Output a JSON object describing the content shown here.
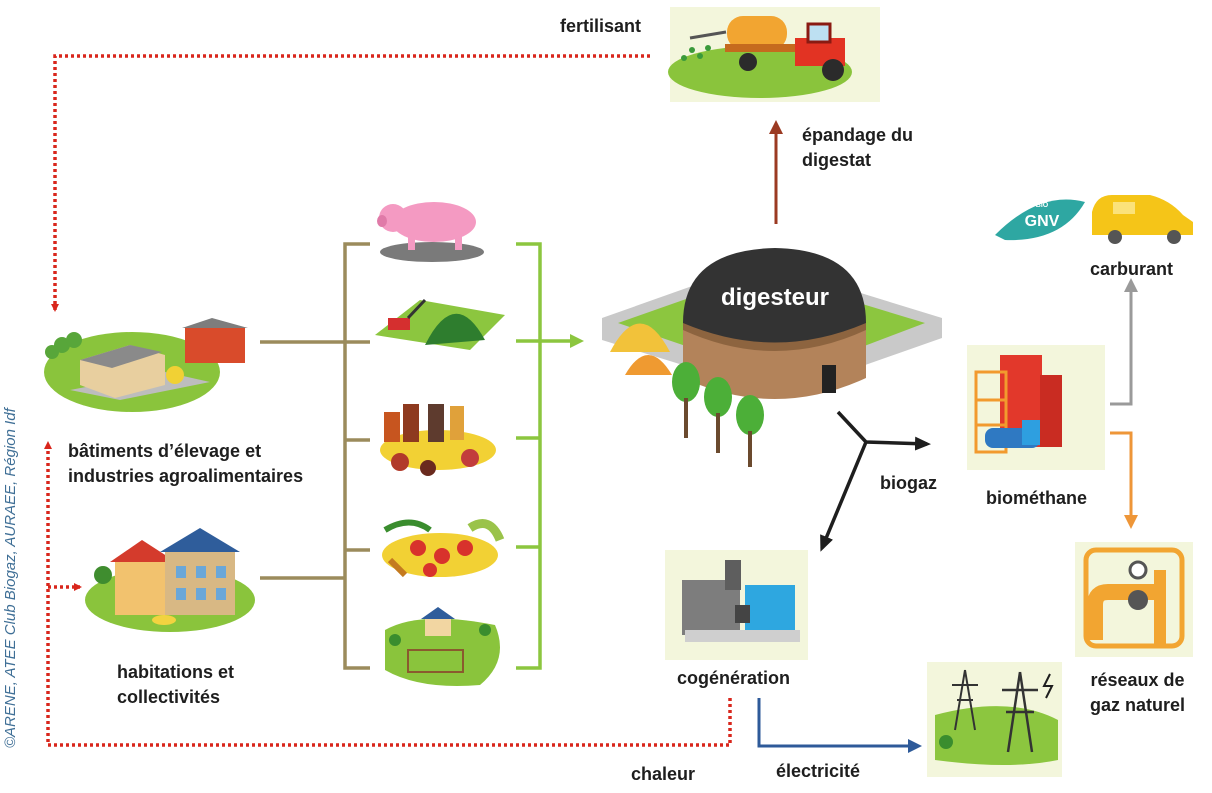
{
  "credit": "©ARENE, ATEE Club Biogaz, AURAEE, Région Idf",
  "center": {
    "label": "digesteur"
  },
  "sources": {
    "farms": {
      "line1": "bâtiments d’élevage et",
      "line2": "industries agroalimentaires"
    },
    "housing": {
      "line1": "habitations et",
      "line2": "collectivités"
    }
  },
  "outputs": {
    "fertilizer": "fertilisant",
    "spreading": {
      "line1": "épandage du",
      "line2": "digestat"
    },
    "biogas": "biogaz",
    "biomethane": "biométhane",
    "fuel": "carburant",
    "gas_network": {
      "line1": "réseaux de",
      "line2": "gaz naturel"
    },
    "cogeneration": "cogénération",
    "heat": "chaleur",
    "electricity": "électricité"
  },
  "badge": {
    "top": "BIO",
    "main": "GNV"
  },
  "colors": {
    "heat_flow": "#d9261c",
    "digestate_flow": "#9b3a22",
    "biogas_flow": "#1e1e1e",
    "fuel_flow": "#9a9a9a",
    "gas_flow": "#ee9638",
    "electricity_flow": "#2e5a99",
    "feedstock_bracket": "#9b8b5c",
    "input_bracket": "#8cc63f"
  }
}
